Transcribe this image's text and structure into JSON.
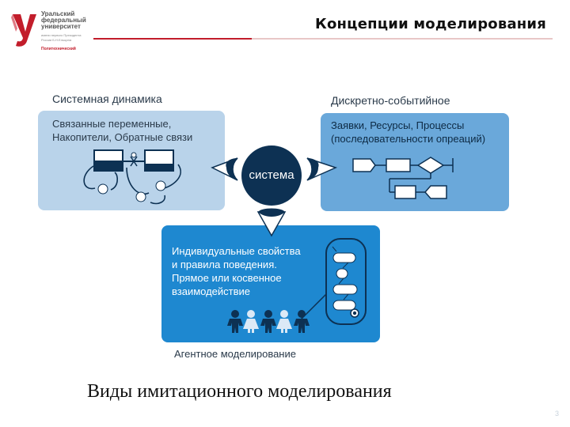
{
  "logo": {
    "line1": "Уральский",
    "line2": "федеральный",
    "line3": "университет",
    "small1": "имени первого Президента",
    "small2": "России Б.Н.Ельцина",
    "red": "Политехнический"
  },
  "header": {
    "title": "Концепции моделирования"
  },
  "system_dynamics": {
    "title": "Системная динамика",
    "line1": "Связанные переменные,",
    "line2": "Накопители, Обратные связи"
  },
  "discrete_event": {
    "title": "Дискретно-событийное",
    "line1": "Заявки, Ресурсы, Процессы",
    "line2": "(последовательности опреаций)"
  },
  "center": {
    "label": "система"
  },
  "agent": {
    "line1": "Индивидуальные свойства",
    "line2": "и правила поведения.",
    "line3": "Прямое или косвенное",
    "line4": "взаимодействие",
    "title": "Агентное моделирование"
  },
  "caption": "Виды имитационного моделирования",
  "page_number": "3",
  "colors": {
    "light_blue_panel": "#b9d3ea",
    "mid_blue_panel": "#6aa8da",
    "dark_blue_panel": "#1e88d0",
    "navy": "#0d3153",
    "brand_red": "#c21d2b"
  }
}
